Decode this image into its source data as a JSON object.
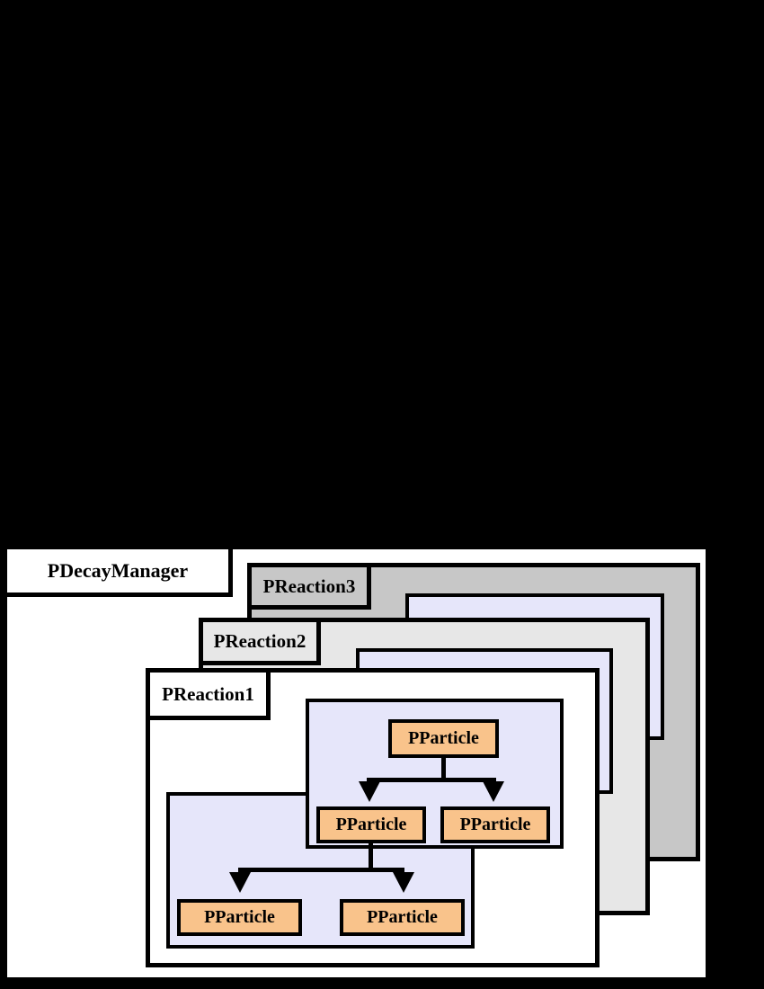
{
  "manager": {
    "label": "PDecayManager",
    "fill": "#ffffff"
  },
  "reactions": [
    {
      "label": "PReaction3",
      "fill": "#c7c7c7"
    },
    {
      "label": "PReaction2",
      "fill": "#e7e7e7"
    },
    {
      "label": "PReaction1",
      "fill": "#ffffff"
    }
  ],
  "particles": [
    {
      "label": "PParticle"
    },
    {
      "label": "PParticle"
    },
    {
      "label": "PParticle"
    },
    {
      "label": "PParticle"
    },
    {
      "label": "PParticle"
    }
  ],
  "colors": {
    "background": "#000000",
    "border": "#000000",
    "event_box_fill": "#e6e6fa",
    "particle_fill": "#f9c38b"
  }
}
